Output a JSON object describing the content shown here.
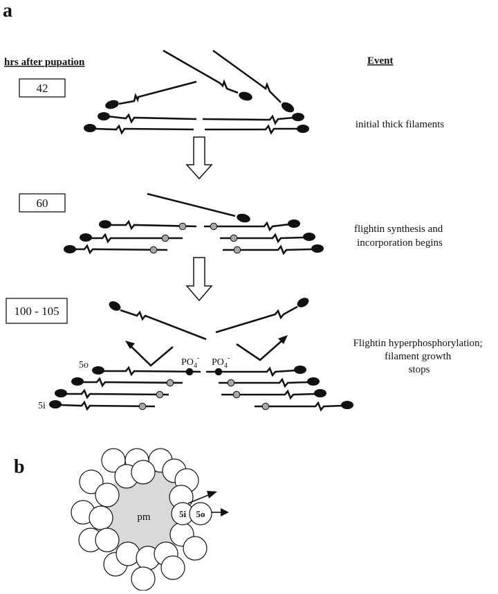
{
  "panel_a": {
    "label": "a",
    "header_left": "hrs after pupation",
    "header_right": "Event",
    "stages": [
      {
        "time": "42",
        "event_lines": [
          "initial thick filaments"
        ]
      },
      {
        "time": "60",
        "event_lines": [
          "flightin synthesis and",
          "incorporation begins"
        ]
      },
      {
        "time": "100 - 105",
        "event_lines": [
          "Flightin hyperphosphorylation;",
          "filament growth",
          "stops"
        ]
      }
    ],
    "labels": {
      "outer": "5o",
      "inner": "5i",
      "phospho_left": "PO",
      "phospho_right": "PO",
      "phospho_sub": "4",
      "phospho_sup": "-"
    }
  },
  "panel_b": {
    "label": "b",
    "center_label": "pm",
    "inner_label": "5i",
    "outer_label": "5o"
  },
  "colors": {
    "ink": "#111111",
    "gray_dot": "#a8a8a8",
    "pm_fill": "#d9d9d9"
  }
}
